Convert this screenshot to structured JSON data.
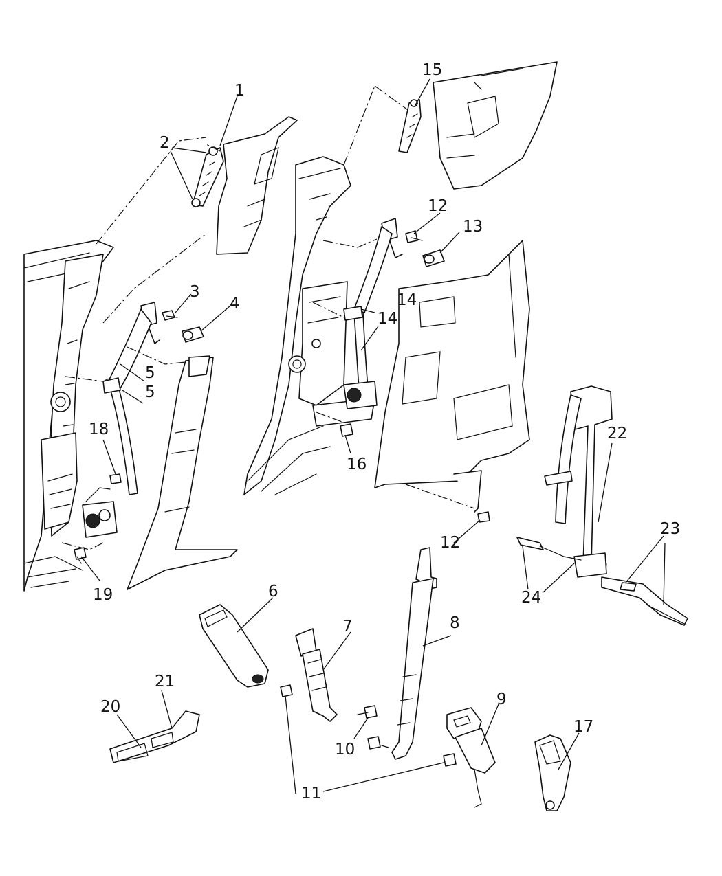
{
  "callouts": [
    {
      "label": "1"
    },
    {
      "label": "2"
    },
    {
      "label": "3"
    },
    {
      "label": "4"
    },
    {
      "label": "5"
    },
    {
      "label": "5"
    },
    {
      "label": "6"
    },
    {
      "label": "7"
    },
    {
      "label": "8"
    },
    {
      "label": "9"
    },
    {
      "label": "10"
    },
    {
      "label": "11"
    },
    {
      "label": "12"
    },
    {
      "label": "12"
    },
    {
      "label": "13"
    },
    {
      "label": "14"
    },
    {
      "label": "14"
    },
    {
      "label": "15"
    },
    {
      "label": "16"
    },
    {
      "label": "17"
    },
    {
      "label": "18"
    },
    {
      "label": "19"
    },
    {
      "label": "20"
    },
    {
      "label": "21"
    },
    {
      "label": "22"
    },
    {
      "label": "23"
    },
    {
      "label": "24"
    }
  ]
}
